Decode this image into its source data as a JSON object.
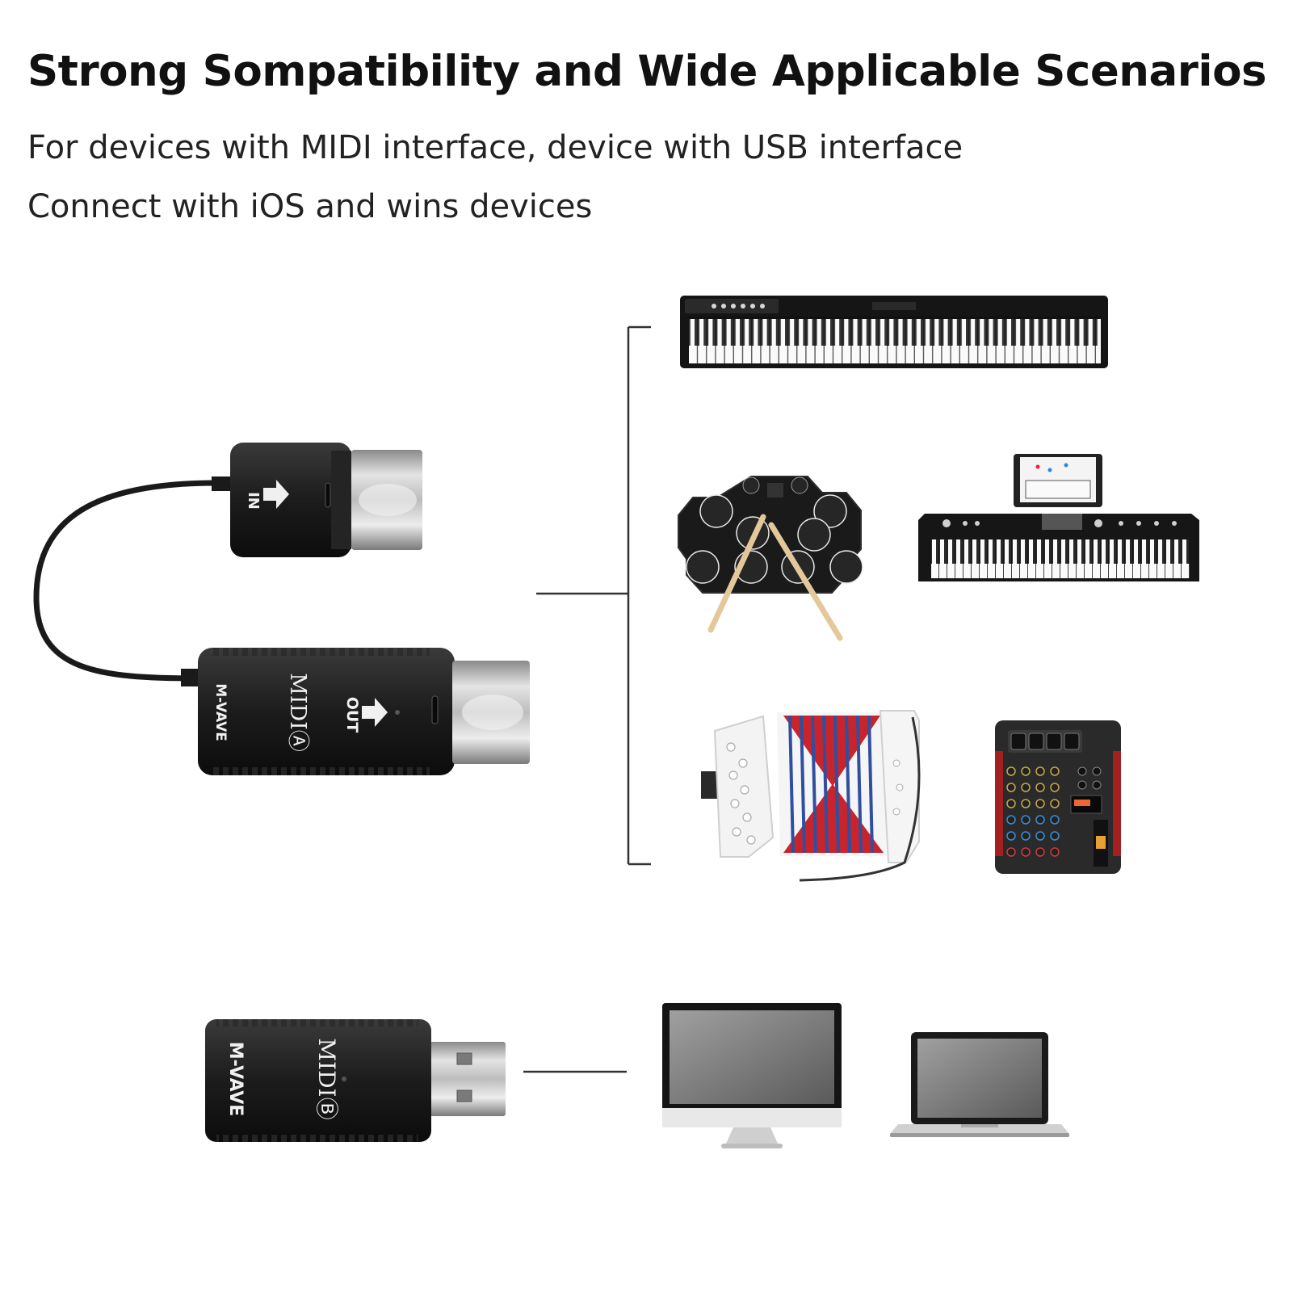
{
  "headline": "Strong Sompatibility and Wide Applicable Scenarios",
  "sublines": [
    "For devices with MIDI interface, device with USB interface",
    "Connect with iOS and wins devices"
  ],
  "adapter_a": {
    "in_label": "IN",
    "out_label": "OUT",
    "model_label": "MIDIⒶ",
    "brand_label": "M-VAVE"
  },
  "adapter_b": {
    "model_label": "MIDIⒷ",
    "brand_label": "M-VAVE"
  },
  "devices_top": [
    "digital-piano",
    "electronic-drum-pad",
    "electronic-keyboard",
    "accordion",
    "audio-mixer"
  ],
  "devices_bottom": [
    "desktop-monitor",
    "laptop"
  ],
  "colors": {
    "text": "#111111",
    "device_body": "#1e1e1e",
    "connector_metal": "#c8c8c8",
    "line": "#333333",
    "accordion_red": "#c8242c",
    "accordion_blue": "#2f4fa0"
  }
}
